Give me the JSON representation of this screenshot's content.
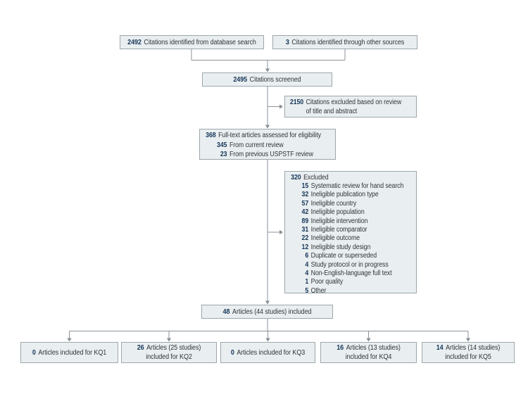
{
  "flow": {
    "database_search": {
      "n": "2492",
      "label": "Citations identified from database search"
    },
    "other_sources": {
      "n": "3",
      "label": "Citations identified through other sources"
    },
    "screened": {
      "n": "2495",
      "label": "Citations screened"
    },
    "excluded_screening": {
      "n": "2150",
      "line1": "Citations excluded based on review",
      "line2": "of title and abstract"
    },
    "full_text": {
      "n": "368",
      "label": "Full-text articles assessed for eligibility",
      "sub": [
        {
          "n": "345",
          "label": "From current review"
        },
        {
          "n": "23",
          "label": "From previous USPSTF review"
        }
      ]
    },
    "excluded_full_text": {
      "n": "320",
      "label": "Excluded",
      "items": [
        {
          "n": "15",
          "label": "Systematic review for hand search"
        },
        {
          "n": "32",
          "label": "Ineligible publication type"
        },
        {
          "n": "57",
          "label": "Ineligible country"
        },
        {
          "n": "42",
          "label": "Ineligible population"
        },
        {
          "n": "89",
          "label": "Ineligible intervention"
        },
        {
          "n": "31",
          "label": "Ineligible comparator"
        },
        {
          "n": "22",
          "label": "Ineligible outcome"
        },
        {
          "n": "12",
          "label": "Ineligible study design"
        },
        {
          "n": "6",
          "label": "Duplicate or superseded"
        },
        {
          "n": "4",
          "label": "Study protocol or in progress"
        },
        {
          "n": "4",
          "label": "Non-English-language full text"
        },
        {
          "n": "1",
          "label": "Poor quality"
        },
        {
          "n": "5",
          "label": "Other"
        }
      ]
    },
    "included": {
      "n": "48",
      "label": "Articles (44 studies) included"
    },
    "kq_boxes": [
      {
        "n": "0",
        "line1": "Articles included for KQ1",
        "line2": ""
      },
      {
        "n": "26",
        "line1": "Articles (25 studies)",
        "line2": "included for KQ2"
      },
      {
        "n": "0",
        "line1": "Articles included for KQ3",
        "line2": ""
      },
      {
        "n": "16",
        "line1": "Articles (13 studies)",
        "line2": "included for KQ4"
      },
      {
        "n": "14",
        "line1": "Articles (14 studies)",
        "line2": "included for KQ5"
      }
    ]
  },
  "colors": {
    "box_fill": "#e9eef0",
    "box_border": "#9da7ac",
    "number": "#16365a",
    "text": "#303538",
    "line": "#8b9298"
  }
}
